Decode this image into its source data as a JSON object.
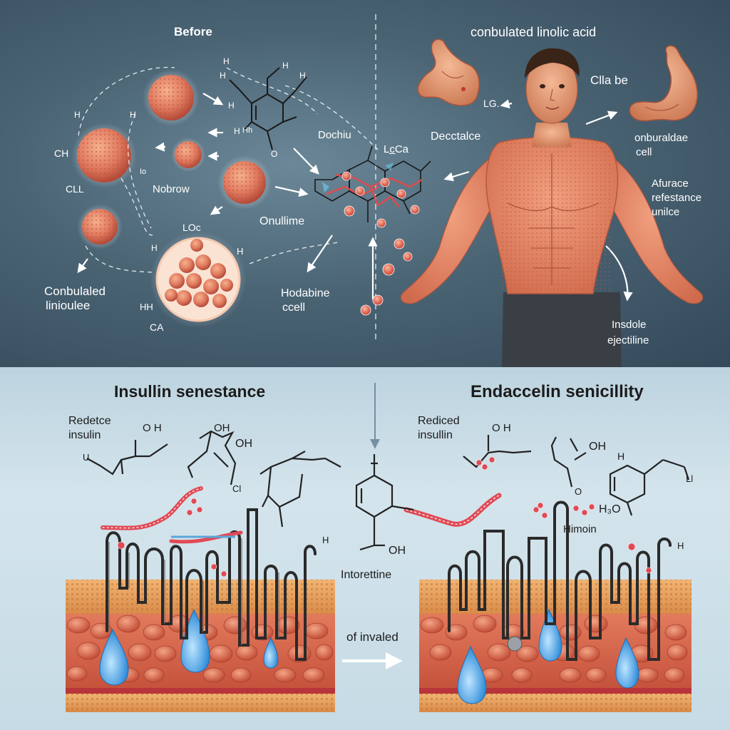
{
  "top": {
    "title_left": "Before",
    "title_right": "conbulated linolic acid",
    "labels": {
      "ch": "CH",
      "cll": "CLL",
      "nobrow": "Nobrow",
      "conbulated_line1": "Conbulaled",
      "conbulated_line2": "linioulee",
      "ca": "CA",
      "loc_left": "LOc",
      "onullime": "Onullime",
      "dochiu": "Dochiu",
      "lc_ca": "Lc̲Ca",
      "decctalce": "Decctalce",
      "hodabine_line1": "Hodabine",
      "hodabine_line2": "ccell",
      "lg": "LG.",
      "cila_be": "Clla be",
      "onbur_line1": "onburaldae",
      "onbur_line2": "cell",
      "afurace_line1": "Afurace",
      "afurace_line2": "refestance",
      "afurace_line3": "unilce",
      "inside_line1": "Insdole",
      "inside_line2": "ejectiline",
      "h1": "H",
      "h2": "H",
      "h3": "H",
      "h4": "H",
      "h5": "H",
      "h6": "H",
      "h7": "H",
      "h8": "H",
      "h9": "H",
      "o1": "O",
      "hh": "HH",
      "h_big": "H",
      "io": "Io",
      "hhs": "Hh"
    }
  },
  "bottom": {
    "title_left": "Insullin senestance",
    "title_right": "Endaccelin senicillity",
    "labels": {
      "reduce_left_line1": "Redetce",
      "reduce_left_line2": "insulin",
      "reduce_right_line1": "Rediced",
      "reduce_right_line2": "insullin",
      "interetine": "Intorettine",
      "of_invaled": "of invaled",
      "himoin": "Himoin",
      "h2o": "H₃O",
      "oh1": "O H",
      "oh2": "OH",
      "oh3": "OH",
      "oh4": "O H",
      "oh5": "OH",
      "oh6": "OH",
      "h_right": "H",
      "h_mid": "H",
      "h_ring": "H",
      "o_label": "O",
      "u_label": "U",
      "l_label": "Ll",
      "ci_label": "Cl"
    }
  },
  "colors": {
    "cell_base": "#e07a5f",
    "cell_dark": "#b34a38",
    "skin": "#e8a07c",
    "ribbon": "#e04a55",
    "water": "#3aa0e8",
    "tissue": "#d96a50",
    "fat": "#e8a858"
  }
}
